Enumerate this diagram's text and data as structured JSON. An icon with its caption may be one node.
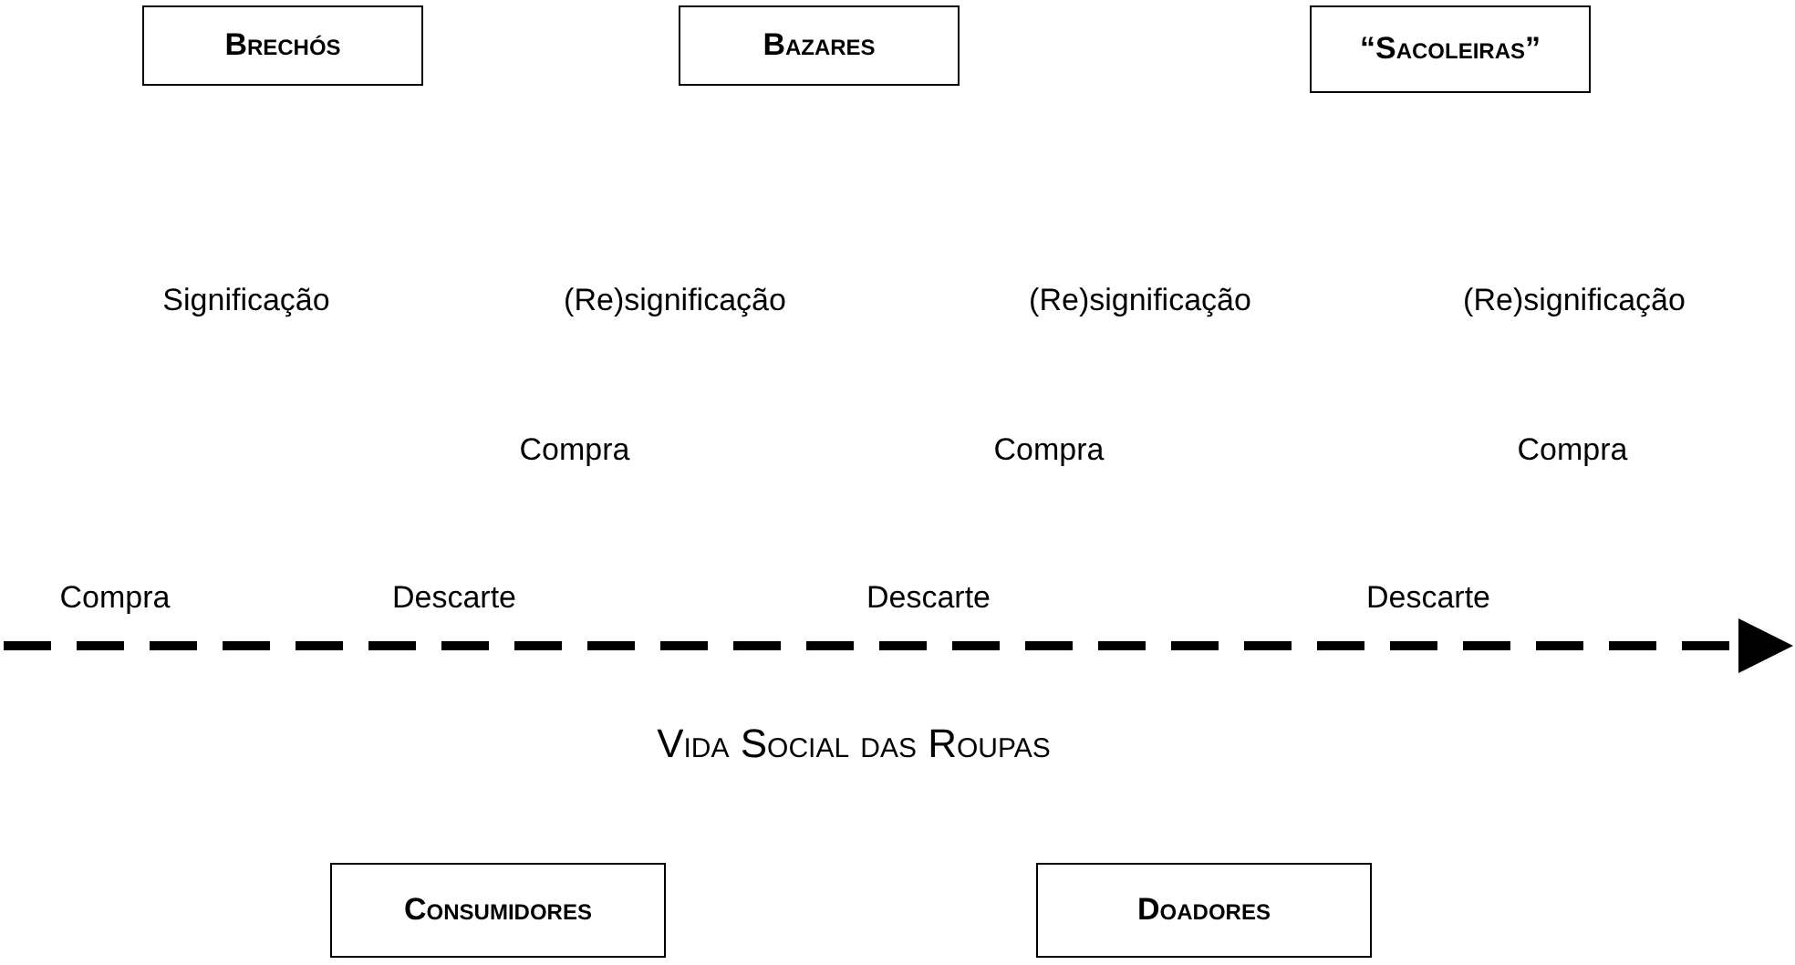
{
  "diagram": {
    "nodes": [
      {
        "text": [
          "Brechós"
        ]
      },
      {
        "text": [
          "Bazares"
        ]
      },
      {
        "text": [
          "“Sacoleiras”"
        ]
      },
      {
        "text": [
          "Consumidores"
        ]
      },
      {
        "text": [
          "Doadores"
        ]
      }
    ],
    "edges": [],
    "labels": [
      "Significação",
      "(Re)significação",
      "(Re)significação",
      "(Re)significação",
      "Compra",
      "Compra",
      "Compra",
      "Compra",
      "Descarte",
      "Descarte",
      "Descarte",
      "Vida Social das Roupas"
    ]
  }
}
